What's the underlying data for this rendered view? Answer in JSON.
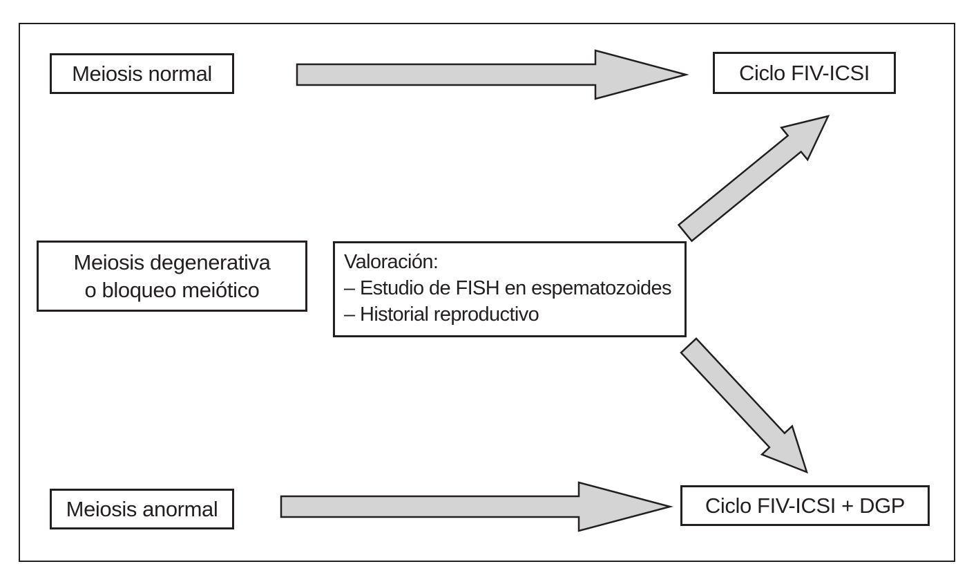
{
  "diagram": {
    "colors": {
      "background": "#ffffff",
      "frame_border": "#231f20",
      "box_border": "#231f20",
      "text": "#231f20",
      "arrow_fill": "#d4d4d4",
      "arrow_stroke": "#231f20"
    },
    "nodes": {
      "meiosis_normal": {
        "label": "Meiosis normal"
      },
      "ciclo_fiv_icsi": {
        "label": "Ciclo FIV-ICSI"
      },
      "meiosis_degenerativa": {
        "lines": [
          "Meiosis degenerativa",
          "o bloqueo meiótico"
        ]
      },
      "valoracion": {
        "title": "Valoración:",
        "items": [
          "– Estudio de FISH en espematozoides",
          "– Historial reproductivo"
        ]
      },
      "meiosis_anormal": {
        "label": "Meiosis anormal"
      },
      "ciclo_fiv_icsi_dgp": {
        "label": "Ciclo FIV-ICSI + DGP"
      }
    },
    "edges": [
      {
        "from": "meiosis_normal",
        "to": "ciclo_fiv_icsi",
        "direction": "right"
      },
      {
        "from": "valoracion",
        "to": "ciclo_fiv_icsi",
        "direction": "up-right"
      },
      {
        "from": "valoracion",
        "to": "ciclo_fiv_icsi_dgp",
        "direction": "down-right"
      },
      {
        "from": "meiosis_anormal",
        "to": "ciclo_fiv_icsi_dgp",
        "direction": "right"
      }
    ]
  }
}
